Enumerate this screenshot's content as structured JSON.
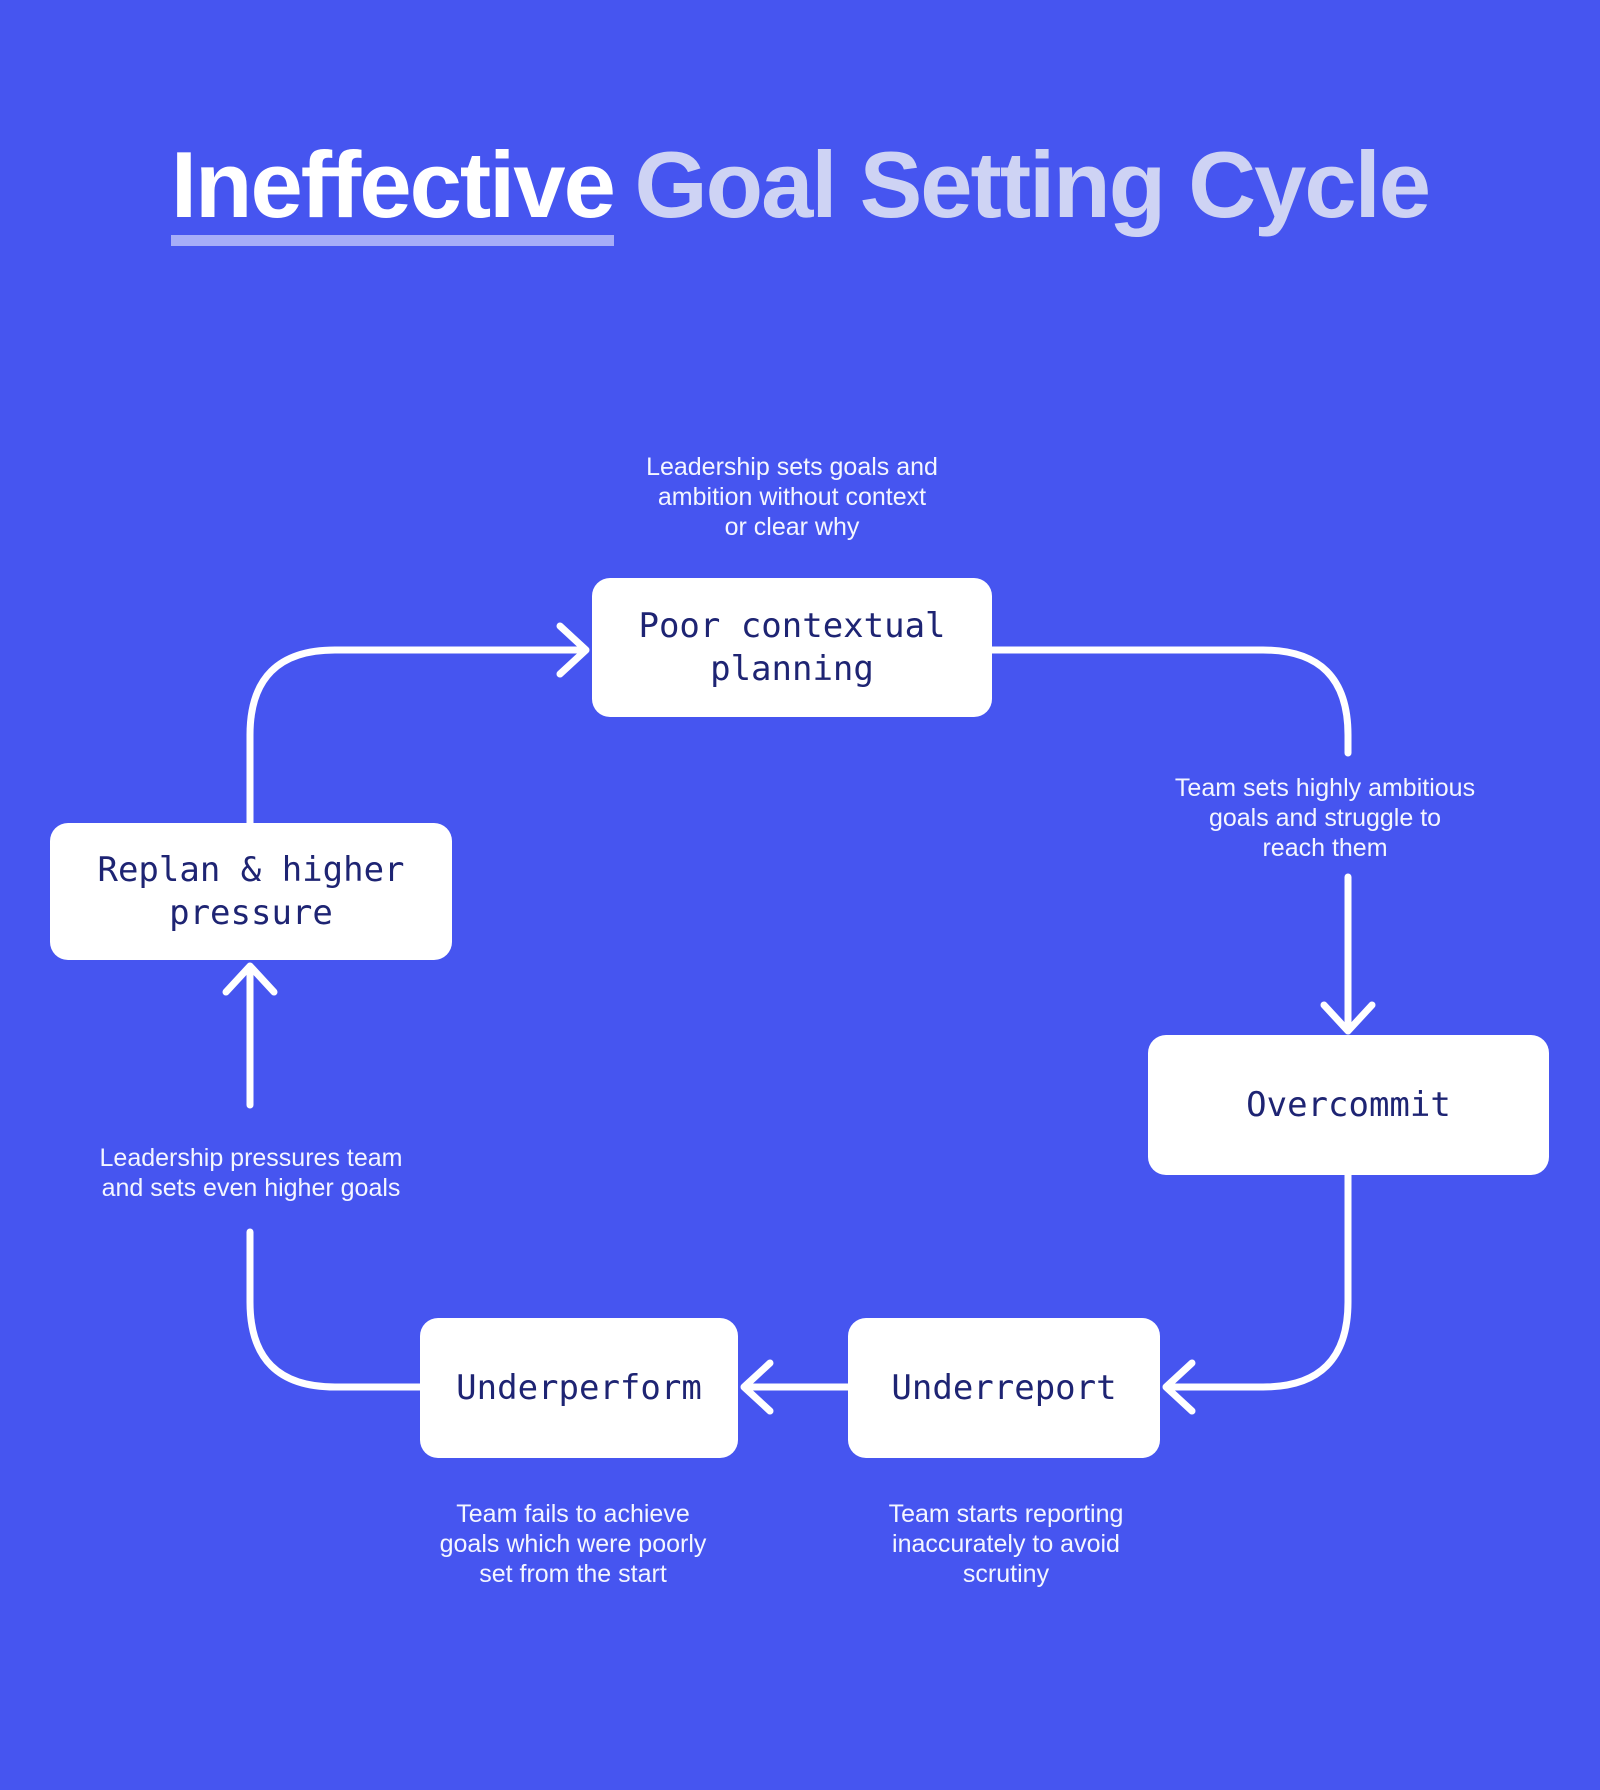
{
  "title": {
    "highlight": "Ineffective",
    "rest": "Goal Setting Cycle"
  },
  "nodes": {
    "poor_contextual_planning": {
      "label": "Poor contextual planning"
    },
    "overcommit": {
      "label": "Overcommit"
    },
    "underreport": {
      "label": "Underreport"
    },
    "underperform": {
      "label": "Underperform"
    },
    "replan_higher_pressure": {
      "label": "Replan & higher pressure"
    }
  },
  "annotations": {
    "top": {
      "lines": [
        "Leadership sets goals and",
        "ambition without context",
        "or clear why"
      ]
    },
    "right": {
      "lines": [
        "Team sets highly ambitious",
        "goals and struggle to",
        "reach them"
      ]
    },
    "left": {
      "lines": [
        "Leadership pressures team",
        "and sets even higher goals"
      ]
    },
    "bottom_left": {
      "lines": [
        "Team fails to achieve",
        "goals which were poorly",
        "set from the start"
      ]
    },
    "bottom_right": {
      "lines": [
        "Team starts reporting",
        "inaccurately to avoid",
        "scrutiny"
      ]
    }
  },
  "colors": {
    "background": "#4655f0",
    "node_background": "#ffffff",
    "node_text": "#1e2473",
    "title_highlight": "#ffffff",
    "title_rest": "#ced3f4",
    "title_underline": "rgba(255,255,255,0.52)",
    "annotation_text": "#f4f6ff",
    "connector": "#ffffff"
  }
}
